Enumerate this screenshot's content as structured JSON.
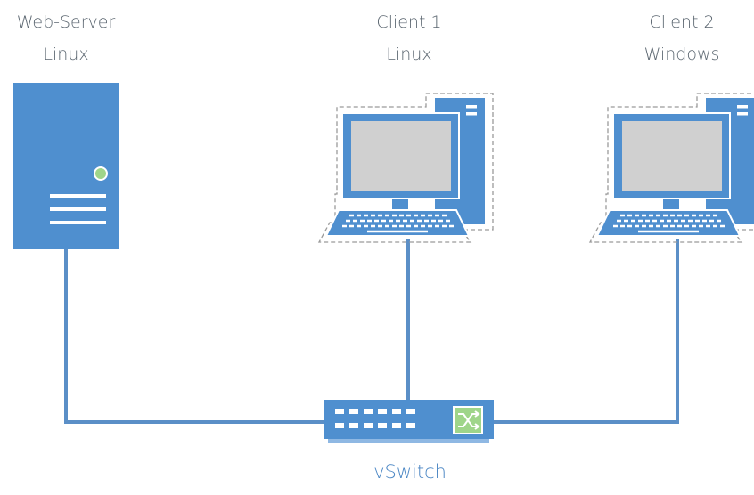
{
  "colors": {
    "device_blue": "#4f8fcf",
    "line_blue": "#5b8fc7",
    "screen_gray": "#d0d0d0",
    "led_green": "#9fd58a",
    "label_gray": "#5b6670",
    "switch_label_blue": "#4a86c4"
  },
  "nodes": {
    "server": {
      "name": "Web-Server",
      "os": "Linux",
      "icon": "server-icon"
    },
    "client1": {
      "name": "Client 1",
      "os": "Linux",
      "icon": "desktop-computer-icon"
    },
    "client2": {
      "name": "Client 2",
      "os": "Windows",
      "icon": "desktop-computer-icon"
    },
    "switch": {
      "name": "vSwitch",
      "icon": "network-switch-icon"
    }
  },
  "connections": [
    {
      "from": "server",
      "to": "switch"
    },
    {
      "from": "client1",
      "to": "switch"
    },
    {
      "from": "client2",
      "to": "switch"
    }
  ]
}
